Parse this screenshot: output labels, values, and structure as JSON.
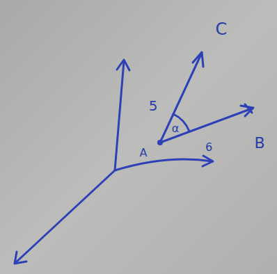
{
  "diagram": {
    "labels": [
      "C",
      "5",
      "α",
      "B",
      "A",
      "6"
    ]
  }
}
